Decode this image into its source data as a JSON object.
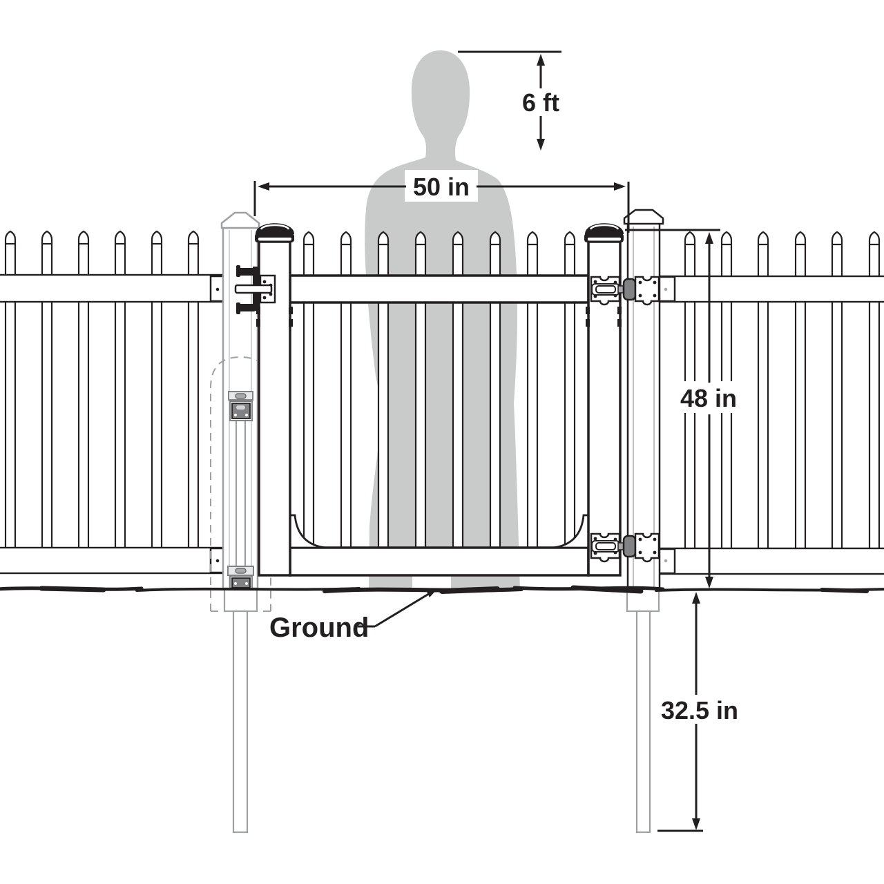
{
  "diagram": {
    "type": "fence-gate-installation-diagram",
    "labels": {
      "person_height": "6 ft",
      "gate_width": "50 in",
      "gate_height": "48 in",
      "post_depth": "32.5 in",
      "ground": "Ground"
    },
    "colors": {
      "line_black": "#231f20",
      "person_gray": "#c9caca",
      "post_gray": "#9d9fa2",
      "hardware_gray": "#808285",
      "background": "#ffffff"
    },
    "counts": {
      "left_panel_pickets": 6,
      "right_panel_pickets": 6,
      "gate_pickets": 8,
      "hinges": 2
    }
  }
}
